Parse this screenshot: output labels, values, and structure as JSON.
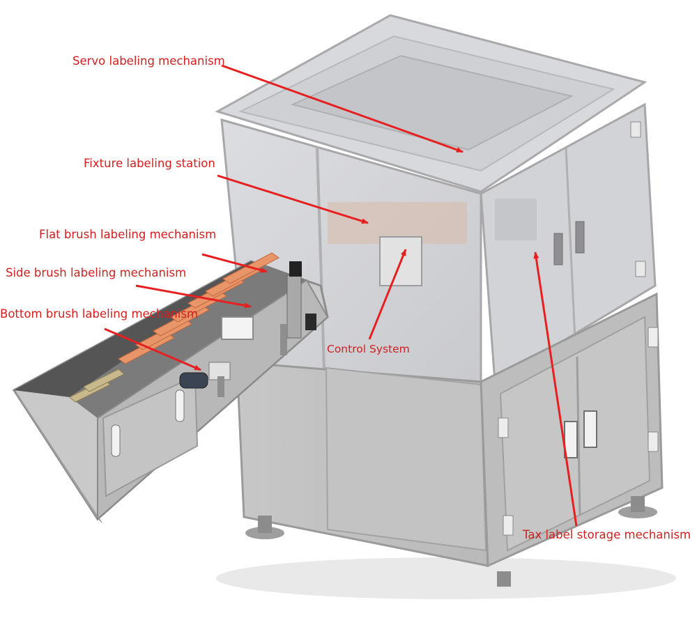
{
  "colors": {
    "callout_text": "#d11f1f",
    "arrow": "#e62020",
    "frame": "#b7b7b7",
    "glass": "#d5d6d9",
    "product": "#e8956a"
  },
  "callouts": [
    {
      "id": "servo",
      "label": "Servo labeling mechanism"
    },
    {
      "id": "fixture",
      "label": "Fixture labeling station"
    },
    {
      "id": "flat",
      "label": "Flat brush labeling mechanism"
    },
    {
      "id": "side",
      "label": "Side brush labeling mechanism"
    },
    {
      "id": "bottom",
      "label": "Bottom brush labeling mechanism"
    },
    {
      "id": "control",
      "label": "Control System"
    },
    {
      "id": "tax",
      "label": "Tax label storage mechanism"
    }
  ]
}
